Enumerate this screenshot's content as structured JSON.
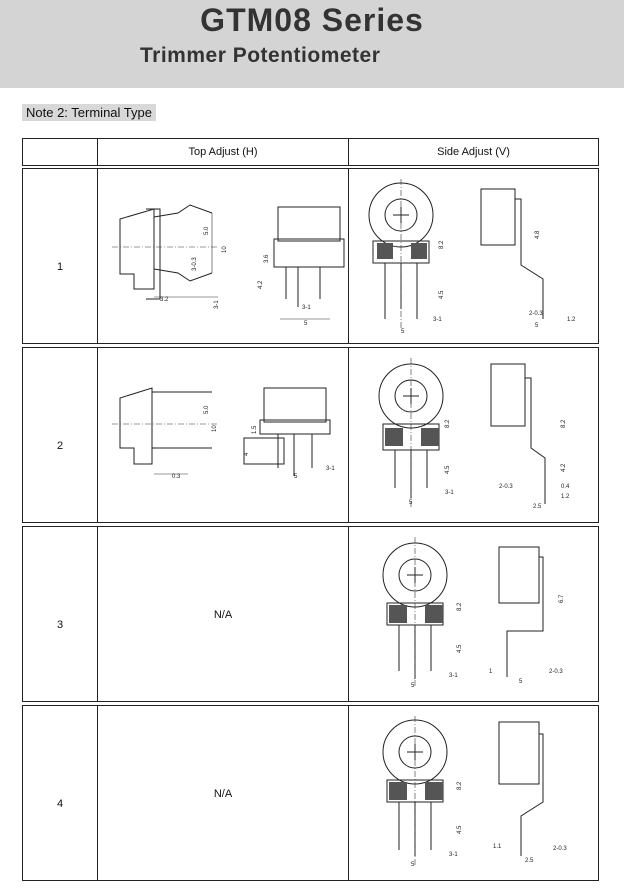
{
  "header": {
    "title": "GTM08 Series",
    "subtitle": "Trimmer Potentiometer"
  },
  "note": "Note 2: Terminal Type",
  "table": {
    "columns": [
      "Top Adjust (H)",
      "Side Adjust (V)"
    ],
    "rows": [
      {
        "label": "1",
        "top_adjust": "",
        "top_dims": [
          "5.0",
          "10",
          "3-0.3",
          "3.2",
          "3-1",
          "3.6",
          "4.2",
          "3-1",
          "5"
        ],
        "side_dims": [
          "8.2",
          "4.5",
          "5",
          "3-1",
          "4.8",
          "2-0.3",
          "5",
          "1.2"
        ]
      },
      {
        "label": "2",
        "top_adjust": "",
        "top_dims": [
          "5.0",
          "10",
          "0.3",
          "1.5",
          "4",
          "3-1",
          "5"
        ],
        "side_dims": [
          "8.2",
          "4.5",
          "5",
          "3-1",
          "8.2",
          "4.2",
          "2-0.3",
          "0.4",
          "1.2",
          "2.5"
        ]
      },
      {
        "label": "3",
        "top_adjust": "N/A",
        "side_dims": [
          "8.2",
          "4.5",
          "5",
          "3-1",
          "6.7",
          "1",
          "2-0.3",
          "5"
        ]
      },
      {
        "label": "4",
        "top_adjust": "N/A",
        "side_dims": [
          "8.2",
          "4.5",
          "5",
          "3-1",
          "1.1",
          "2-0.3",
          "2.5"
        ]
      }
    ]
  }
}
